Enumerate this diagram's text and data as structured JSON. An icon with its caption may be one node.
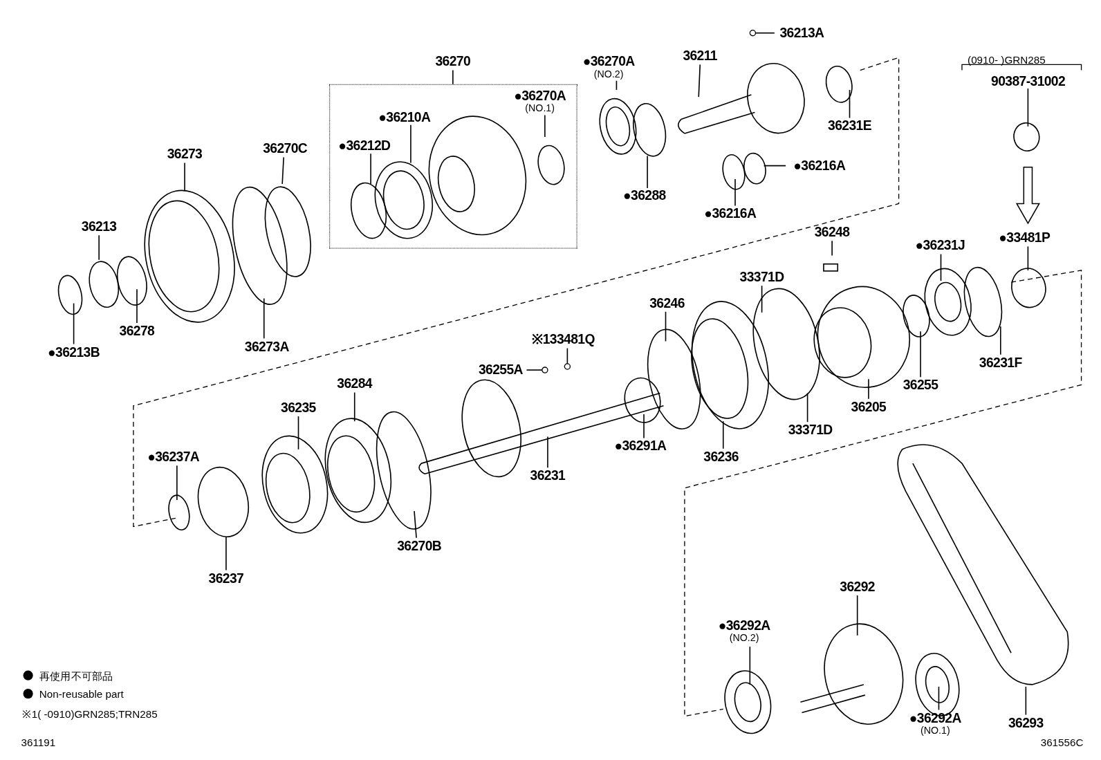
{
  "diagram": {
    "nodes": [
      {
        "text": [
          "36213A"
        ]
      },
      {
        "text": [
          "●36270A",
          "(NO.2)"
        ]
      },
      {
        "text": [
          "36270"
        ]
      },
      {
        "text": [],
        "shape": "box"
      },
      {
        "text": [
          "●36270A",
          "(NO.1)"
        ],
        "in": 3
      },
      {
        "text": [
          "36211"
        ]
      },
      {
        "text": [
          "90387-31002"
        ]
      },
      {
        "text": [
          "●36210A"
        ],
        "in": 3
      },
      {
        "text": [
          "36231E"
        ]
      },
      {
        "text": [
          "●36212D"
        ],
        "in": 3
      },
      {
        "text": [
          "36273"
        ]
      },
      {
        "text": [
          "36270C"
        ]
      },
      {
        "text": [
          "●36216A"
        ]
      },
      {
        "text": [
          "●36288"
        ]
      },
      {
        "text": [
          "●36216A"
        ]
      },
      {
        "text": [
          "36213"
        ]
      },
      {
        "text": [
          "36248"
        ]
      },
      {
        "text": [
          "●36231J"
        ]
      },
      {
        "text": [
          "●33481P"
        ]
      },
      {
        "text": [
          "33371D"
        ]
      },
      {
        "text": [
          "36246"
        ]
      },
      {
        "text": [
          "36278"
        ]
      },
      {
        "text": [
          "●36213B"
        ]
      },
      {
        "text": [
          "36273A"
        ]
      },
      {
        "text": [
          "※133481Q"
        ]
      },
      {
        "text": [
          "36255A"
        ]
      },
      {
        "text": [
          "36231F"
        ]
      },
      {
        "text": [
          "36255"
        ]
      },
      {
        "text": [
          "36205"
        ]
      },
      {
        "text": [
          "36284"
        ]
      },
      {
        "text": [
          "36235"
        ]
      },
      {
        "text": [
          "●36237A"
        ]
      },
      {
        "text": [
          "●36291A"
        ]
      },
      {
        "text": [
          "33371D"
        ]
      },
      {
        "text": [
          "36236"
        ]
      },
      {
        "text": [
          "36231"
        ]
      },
      {
        "text": [
          "36270B"
        ]
      },
      {
        "text": [
          "36237"
        ]
      },
      {
        "text": [
          "36292"
        ]
      },
      {
        "text": [
          "●36292A",
          "(NO.2)"
        ]
      },
      {
        "text": [
          "●36292A",
          "(NO.1)"
        ]
      },
      {
        "text": [
          "36293"
        ]
      }
    ],
    "edges": [
      {
        "from": 0,
        "to": null,
        "arrow": "other"
      },
      {
        "from": 1,
        "to": null,
        "arrow": "none"
      },
      {
        "from": 2,
        "to": 3,
        "arrow": "none"
      },
      {
        "from": 4,
        "to": null,
        "arrow": "none"
      },
      {
        "from": 5,
        "to": null,
        "arrow": "none"
      },
      {
        "from": 6,
        "to": null,
        "arrow": "none"
      },
      {
        "from": 7,
        "to": null,
        "arrow": "none"
      },
      {
        "from": 8,
        "to": null,
        "arrow": "none"
      },
      {
        "from": 9,
        "to": null,
        "arrow": "none"
      },
      {
        "from": 10,
        "to": null,
        "arrow": "none"
      },
      {
        "from": 11,
        "to": null,
        "arrow": "none"
      },
      {
        "from": 12,
        "to": null,
        "arrow": "none"
      },
      {
        "from": 13,
        "to": null,
        "arrow": "none"
      },
      {
        "from": 14,
        "to": null,
        "arrow": "none"
      },
      {
        "from": 15,
        "to": null,
        "arrow": "none"
      },
      {
        "from": 16,
        "to": null,
        "arrow": "none"
      },
      {
        "from": 17,
        "to": null,
        "arrow": "none"
      },
      {
        "from": 18,
        "to": null,
        "arrow": "none"
      },
      {
        "from": 19,
        "to": null,
        "arrow": "none"
      },
      {
        "from": 20,
        "to": null,
        "arrow": "none"
      },
      {
        "from": 21,
        "to": null,
        "arrow": "none"
      },
      {
        "from": 22,
        "to": null,
        "arrow": "none"
      },
      {
        "from": 23,
        "to": null,
        "arrow": "none"
      },
      {
        "from": 24,
        "to": null,
        "arrow": "other"
      },
      {
        "from": 25,
        "to": null,
        "arrow": "other"
      },
      {
        "from": 26,
        "to": null,
        "arrow": "none"
      },
      {
        "from": 27,
        "to": null,
        "arrow": "none"
      },
      {
        "from": 28,
        "to": null,
        "arrow": "none"
      },
      {
        "from": 29,
        "to": null,
        "arrow": "none"
      },
      {
        "from": 30,
        "to": null,
        "arrow": "none"
      },
      {
        "from": 31,
        "to": null,
        "arrow": "none"
      },
      {
        "from": 32,
        "to": null,
        "arrow": "none"
      },
      {
        "from": 33,
        "to": null,
        "arrow": "none"
      },
      {
        "from": 34,
        "to": null,
        "arrow": "none"
      },
      {
        "from": 35,
        "to": null,
        "arrow": "none"
      },
      {
        "from": 36,
        "to": null,
        "arrow": "none"
      },
      {
        "from": 37,
        "to": null,
        "arrow": "none"
      },
      {
        "from": 38,
        "to": null,
        "arrow": "none"
      },
      {
        "from": 39,
        "to": null,
        "arrow": "none"
      },
      {
        "from": 40,
        "to": null,
        "arrow": "none"
      },
      {
        "from": 41,
        "to": null,
        "arrow": "none"
      }
    ],
    "labels": [
      "(0910- )GRN285",
      "※1( -0910)GRN285;TRN285",
      "361191",
      "361556C"
    ],
    "legend": [
      {
        "text": "再使用不可部品"
      },
      {
        "text": "Non-reusable part"
      }
    ]
  }
}
